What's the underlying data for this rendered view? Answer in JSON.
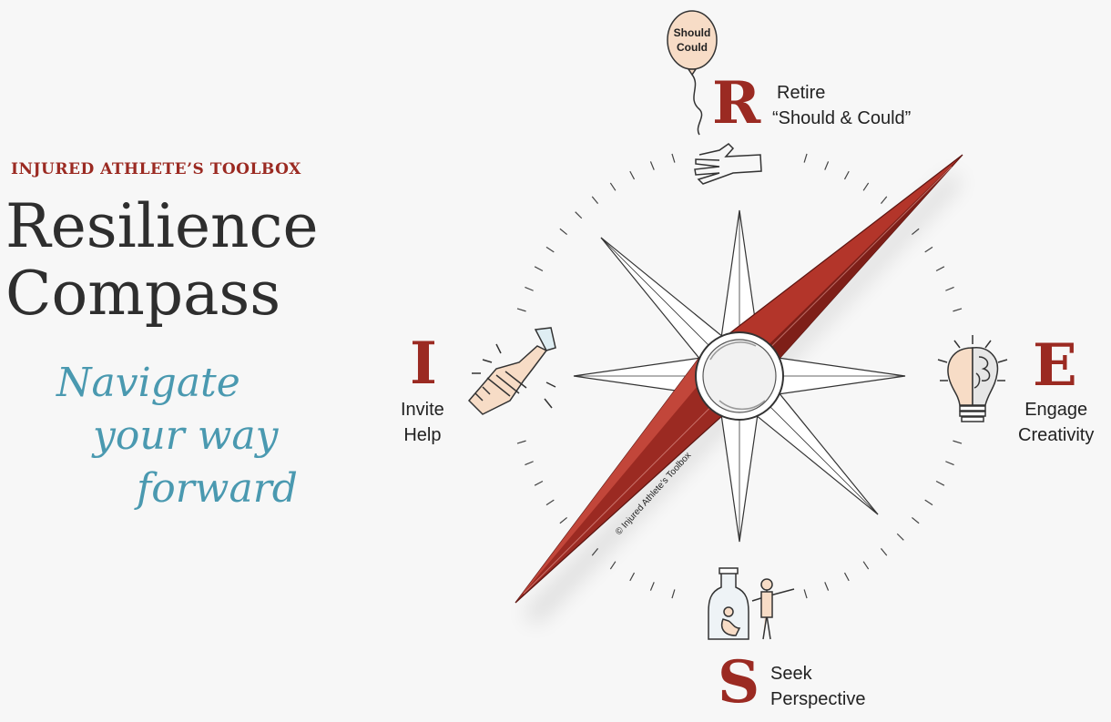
{
  "header": {
    "kicker": "INJURED ATHLETE’S TOOLBOX",
    "title_line1": "Resilience",
    "title_line2": "Compass"
  },
  "tagline": {
    "line1": "Navigate",
    "line2": "your way",
    "line3": "forward"
  },
  "points": {
    "north": {
      "letter": "R",
      "label_line1": "Retire",
      "label_line2": "“Should & Could”",
      "balloon_line1": "Should",
      "balloon_line2": "Could",
      "icon": "hand-releasing-balloon-icon"
    },
    "east": {
      "letter": "E",
      "label_line1": "Engage",
      "label_line2": "Creativity",
      "icon": "lightbulb-brain-icon"
    },
    "south": {
      "letter": "S",
      "label_line1": "Seek",
      "label_line2": "Perspective",
      "icon": "person-outside-bottle-icon"
    },
    "west": {
      "letter": "I",
      "label_line1": "Invite",
      "label_line2": "Help",
      "icon": "helping-handshake-icon"
    }
  },
  "needle": {
    "copyright": "© Injured Athlete’s Toolbox"
  },
  "colors": {
    "accent": "#9b2a22",
    "tagline": "#4a99b0",
    "text": "#2e2e2e"
  }
}
